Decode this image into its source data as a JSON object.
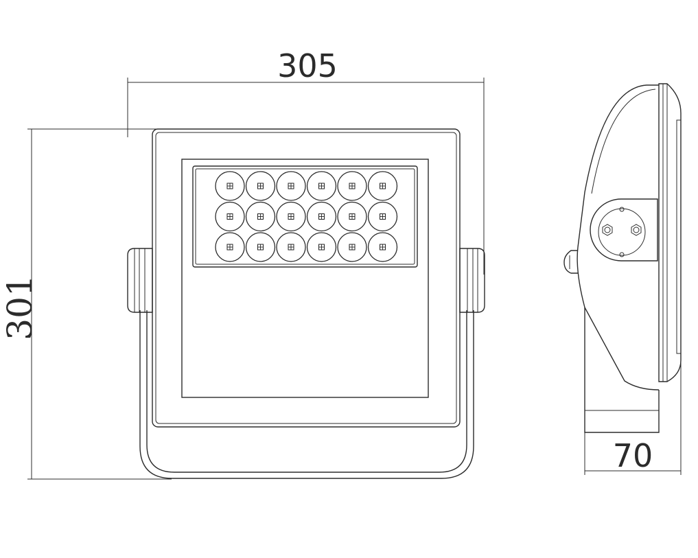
{
  "dimensions": {
    "width": "305",
    "height": "301",
    "depth": "70"
  },
  "led_array": {
    "rows": 3,
    "columns": 6
  },
  "colors": {
    "line": "#2b2b2b",
    "background": "#ffffff",
    "chip_red": "#d23a3a",
    "chip_green": "#3aa84a",
    "chip_blue": "#3a5ad2",
    "chip_white": "#bfbfbf"
  }
}
